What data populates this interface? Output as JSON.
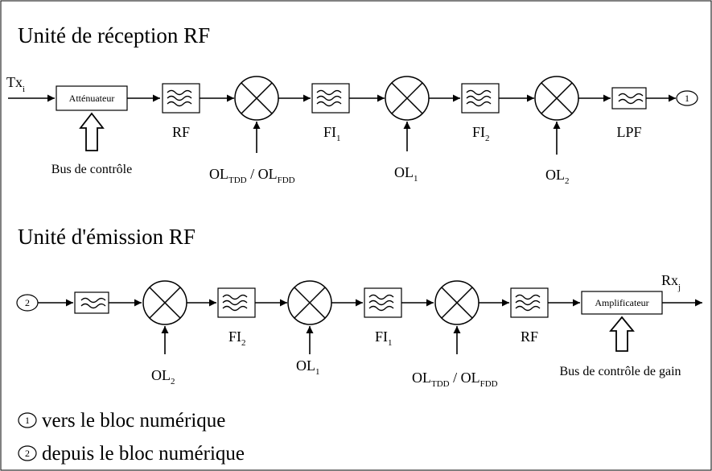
{
  "reception": {
    "title": "Unité de réception RF",
    "input_label": "Tx",
    "input_sub": "i",
    "attenuator": "Atténuateur",
    "control_bus": "Bus de contrôle",
    "rf_label": "RF",
    "fi1_label": "FI",
    "fi1_sub": "1",
    "fi2_label": "FI",
    "fi2_sub": "2",
    "lpf_label": "LPF",
    "ol_mix1_a": "OL",
    "ol_mix1_a_sub": "TDD",
    "ol_mix1_sep": " / ",
    "ol_mix1_b": "OL",
    "ol_mix1_b_sub": "FDD",
    "ol_mix2": "OL",
    "ol_mix2_sub": "1",
    "ol_mix3": "OL",
    "ol_mix3_sub": "2",
    "output_marker": "1"
  },
  "emission": {
    "title": "Unité d'émission RF",
    "input_marker": "2",
    "ol_mix1": "OL",
    "ol_mix1_sub": "2",
    "fi2_label": "FI",
    "fi2_sub": "2",
    "ol_mix2": "OL",
    "ol_mix2_sub": "1",
    "fi1_label": "FI",
    "fi1_sub": "1",
    "ol_mix3_a": "OL",
    "ol_mix3_a_sub": "TDD",
    "ol_mix3_sep": " / ",
    "ol_mix3_b": "OL",
    "ol_mix3_b_sub": "FDD",
    "rf_label": "RF",
    "amplifier": "Amplificateur",
    "gain_bus": "Bus de contrôle de gain",
    "output_label": "Rx",
    "output_sub": "j"
  },
  "legend": {
    "item1_marker": "1",
    "item1_text": "vers le bloc numérique",
    "item2_marker": "2",
    "item2_text": "depuis le bloc numérique"
  }
}
